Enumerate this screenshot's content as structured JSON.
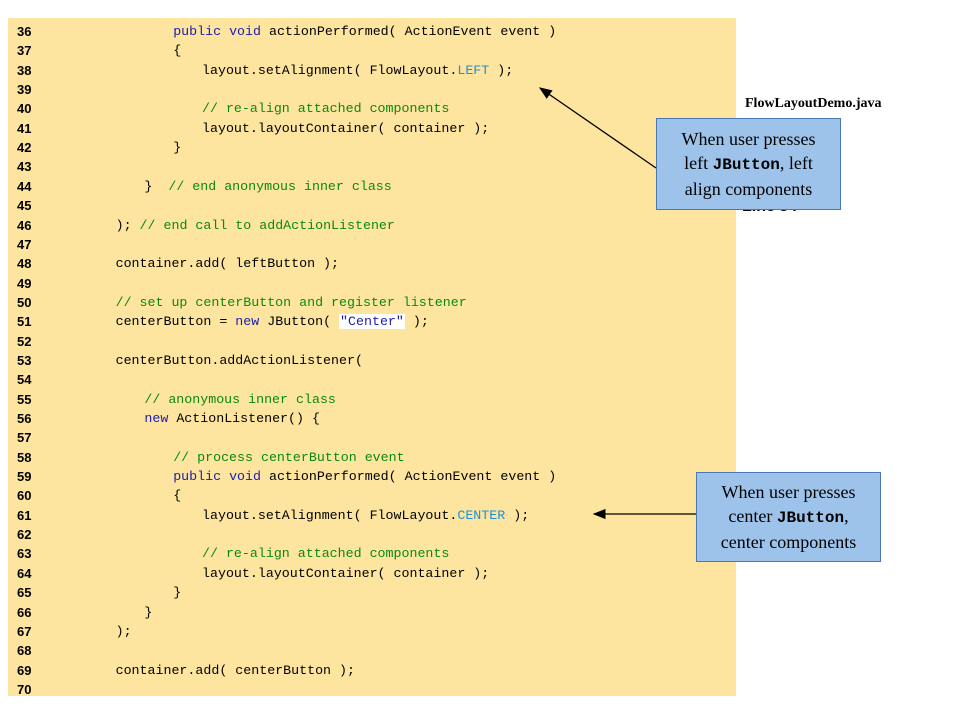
{
  "filename": "FlowLayoutDemo.java",
  "partially_hidden_text": "Line 34",
  "code_lines": [
    {
      "num": "36",
      "indent": 4,
      "tokens": [
        {
          "t": "kw",
          "v": "public"
        },
        {
          "t": "tx",
          "v": " "
        },
        {
          "t": "kw",
          "v": "void"
        },
        {
          "t": "tx",
          "v": " actionPerformed( ActionEvent event )"
        }
      ]
    },
    {
      "num": "37",
      "indent": 4,
      "tokens": [
        {
          "t": "tx",
          "v": "{"
        }
      ]
    },
    {
      "num": "38",
      "indent": 5,
      "tokens": [
        {
          "t": "tx",
          "v": "layout.setAlignment( FlowLayout."
        },
        {
          "t": "ct",
          "v": "LEFT"
        },
        {
          "t": "tx",
          "v": " );"
        }
      ]
    },
    {
      "num": "39",
      "indent": 0,
      "tokens": []
    },
    {
      "num": "40",
      "indent": 5,
      "tokens": [
        {
          "t": "cm",
          "v": "// re-align attached components"
        }
      ]
    },
    {
      "num": "41",
      "indent": 5,
      "tokens": [
        {
          "t": "tx",
          "v": "layout.layoutContainer( container );"
        }
      ]
    },
    {
      "num": "42",
      "indent": 4,
      "tokens": [
        {
          "t": "tx",
          "v": "}"
        }
      ]
    },
    {
      "num": "43",
      "indent": 0,
      "tokens": []
    },
    {
      "num": "44",
      "indent": 3,
      "tokens": [
        {
          "t": "tx",
          "v": "}  "
        },
        {
          "t": "cm",
          "v": "// end anonymous inner class"
        }
      ]
    },
    {
      "num": "45",
      "indent": 0,
      "tokens": []
    },
    {
      "num": "46",
      "indent": 2,
      "tokens": [
        {
          "t": "tx",
          "v": "); "
        },
        {
          "t": "cm",
          "v": "// end call to addActionListener"
        }
      ]
    },
    {
      "num": "47",
      "indent": 0,
      "tokens": []
    },
    {
      "num": "48",
      "indent": 2,
      "tokens": [
        {
          "t": "tx",
          "v": "container.add( leftButton );"
        }
      ]
    },
    {
      "num": "49",
      "indent": 0,
      "tokens": []
    },
    {
      "num": "50",
      "indent": 2,
      "tokens": [
        {
          "t": "cm",
          "v": "// set up centerButton and register listener"
        }
      ]
    },
    {
      "num": "51",
      "indent": 2,
      "tokens": [
        {
          "t": "tx",
          "v": "centerButton = "
        },
        {
          "t": "kw",
          "v": "new"
        },
        {
          "t": "tx",
          "v": " JButton( "
        },
        {
          "t": "st",
          "v": "\"Center\""
        },
        {
          "t": "tx",
          "v": " );"
        }
      ]
    },
    {
      "num": "52",
      "indent": 0,
      "tokens": []
    },
    {
      "num": "53",
      "indent": 2,
      "tokens": [
        {
          "t": "tx",
          "v": "centerButton.addActionListener("
        }
      ]
    },
    {
      "num": "54",
      "indent": 0,
      "tokens": []
    },
    {
      "num": "55",
      "indent": 3,
      "tokens": [
        {
          "t": "cm",
          "v": "// anonymous inner class"
        }
      ]
    },
    {
      "num": "56",
      "indent": 3,
      "tokens": [
        {
          "t": "kw",
          "v": "new"
        },
        {
          "t": "tx",
          "v": " ActionListener() {"
        }
      ]
    },
    {
      "num": "57",
      "indent": 0,
      "tokens": []
    },
    {
      "num": "58",
      "indent": 4,
      "tokens": [
        {
          "t": "cm",
          "v": "// process centerButton event"
        }
      ]
    },
    {
      "num": "59",
      "indent": 4,
      "tokens": [
        {
          "t": "kw",
          "v": "public"
        },
        {
          "t": "tx",
          "v": " "
        },
        {
          "t": "kw",
          "v": "void"
        },
        {
          "t": "tx",
          "v": " actionPerformed( ActionEvent event )"
        }
      ]
    },
    {
      "num": "60",
      "indent": 4,
      "tokens": [
        {
          "t": "tx",
          "v": "{"
        }
      ]
    },
    {
      "num": "61",
      "indent": 5,
      "tokens": [
        {
          "t": "tx",
          "v": "layout.setAlignment( FlowLayout."
        },
        {
          "t": "ct",
          "v": "CENTER"
        },
        {
          "t": "tx",
          "v": " );"
        }
      ]
    },
    {
      "num": "62",
      "indent": 0,
      "tokens": []
    },
    {
      "num": "63",
      "indent": 5,
      "tokens": [
        {
          "t": "cm",
          "v": "// re-align attached components"
        }
      ]
    },
    {
      "num": "64",
      "indent": 5,
      "tokens": [
        {
          "t": "tx",
          "v": "layout.layoutContainer( container );"
        }
      ]
    },
    {
      "num": "65",
      "indent": 4,
      "tokens": [
        {
          "t": "tx",
          "v": "}"
        }
      ]
    },
    {
      "num": "66",
      "indent": 3,
      "tokens": [
        {
          "t": "tx",
          "v": "}"
        }
      ]
    },
    {
      "num": "67",
      "indent": 2,
      "tokens": [
        {
          "t": "tx",
          "v": ");"
        }
      ]
    },
    {
      "num": "68",
      "indent": 0,
      "tokens": []
    },
    {
      "num": "69",
      "indent": 2,
      "tokens": [
        {
          "t": "tx",
          "v": "container.add( centerButton );"
        }
      ]
    },
    {
      "num": "70",
      "indent": 0,
      "tokens": []
    }
  ],
  "callouts": {
    "left": {
      "line1": "When user presses",
      "pre": "left ",
      "mono": "JButton",
      "post": ", left",
      "line3": "align components"
    },
    "center": {
      "line1": "When user presses",
      "pre": "center ",
      "mono": "JButton",
      "post": ",",
      "line3": "center components"
    }
  },
  "colors": {
    "code_background": "#fde59f",
    "keyword": "#1c1cb0",
    "comment": "#0a8a0a",
    "constant": "#1f8fd6",
    "callout_background": "#9dc3eb"
  }
}
